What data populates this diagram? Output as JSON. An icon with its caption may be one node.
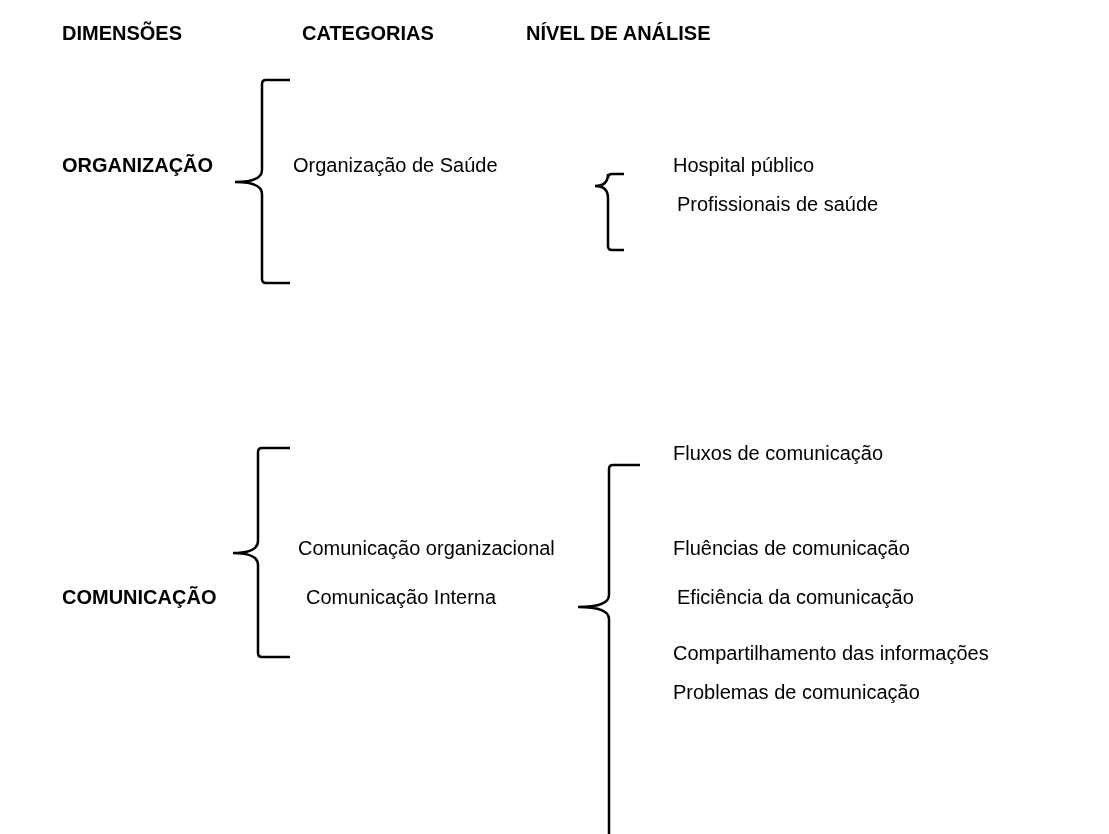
{
  "diagram": {
    "labels": [
      "DIMENSÕES",
      "CATEGORIAS",
      "NÍVEL DE ANÁLISE",
      "ORGANIZAÇÃO",
      "Organização de Saúde",
      "Hospital público",
      "Profissionais de saúde",
      "Fluxos de comunicação",
      "Comunicação organizacional",
      "Fluências de comunicação",
      "COMUNICAÇÃO",
      "Comunicação Interna",
      "Eficiência da comunicação",
      "Compartilhamento das informações",
      "Problemas de comunicação"
    ]
  }
}
